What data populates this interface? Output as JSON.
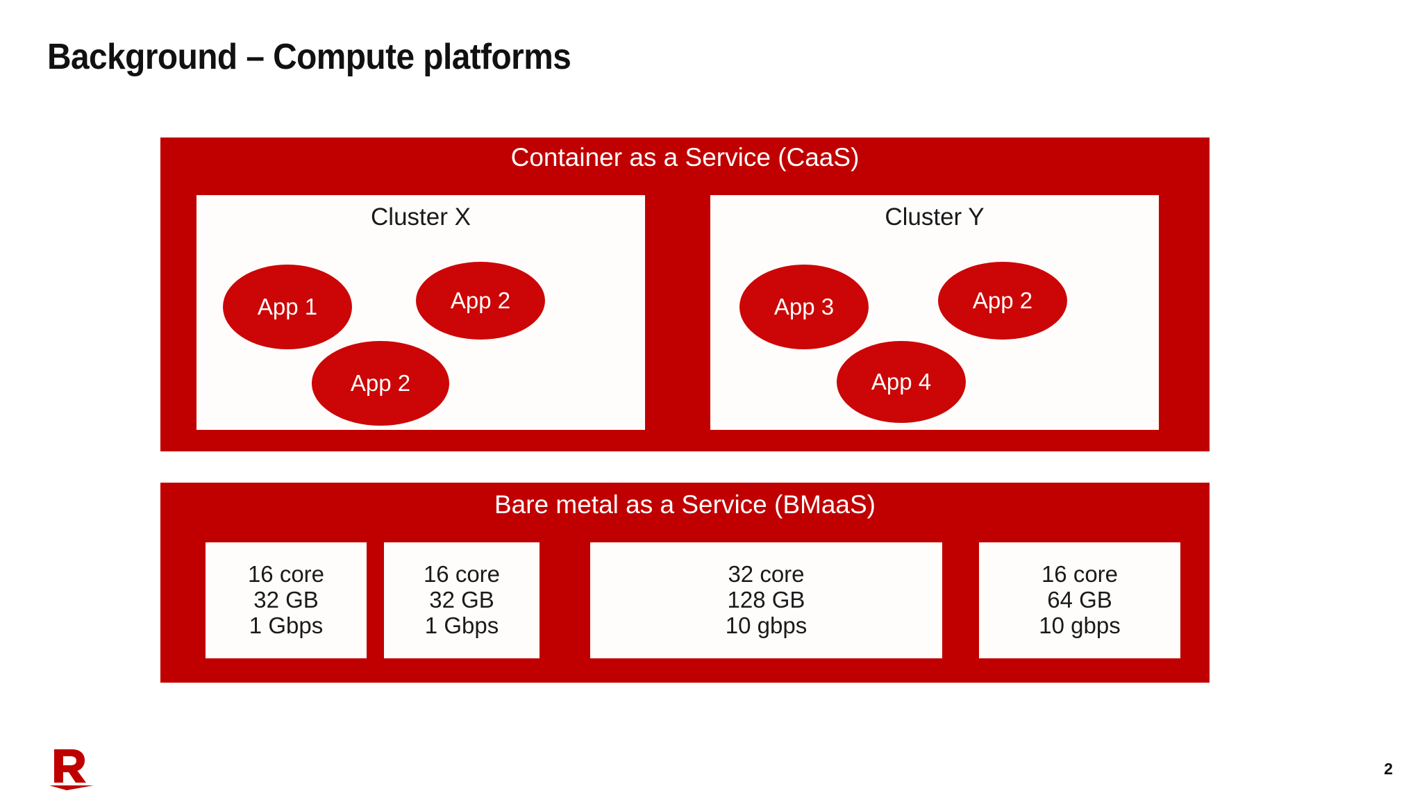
{
  "slide": {
    "title": "Background – Compute platforms",
    "page_number": "2",
    "brand_logo_name": "rakuten-r-logo",
    "accent_color": "#c00000",
    "ellipse_color": "#cc0606",
    "card_color": "#fefdfb",
    "text_color": "#1a1a1a"
  },
  "caas": {
    "title": "Container as a Service (CaaS)",
    "clusters": [
      {
        "label": "Cluster X",
        "apps": [
          {
            "label": "App 1"
          },
          {
            "label": "App 2"
          },
          {
            "label": "App 2"
          }
        ]
      },
      {
        "label": "Cluster Y",
        "apps": [
          {
            "label": "App 3"
          },
          {
            "label": "App 2"
          },
          {
            "label": "App 4"
          }
        ]
      }
    ]
  },
  "bmaas": {
    "title": "Bare metal as a Service (BMaaS)",
    "servers": [
      {
        "cores": "16 core",
        "memory": "32 GB",
        "network": "1 Gbps"
      },
      {
        "cores": "16 core",
        "memory": "32 GB",
        "network": "1 Gbps"
      },
      {
        "cores": "32 core",
        "memory": "128 GB",
        "network": "10 gbps"
      },
      {
        "cores": "16 core",
        "memory": "64 GB",
        "network": "10 gbps"
      }
    ]
  }
}
